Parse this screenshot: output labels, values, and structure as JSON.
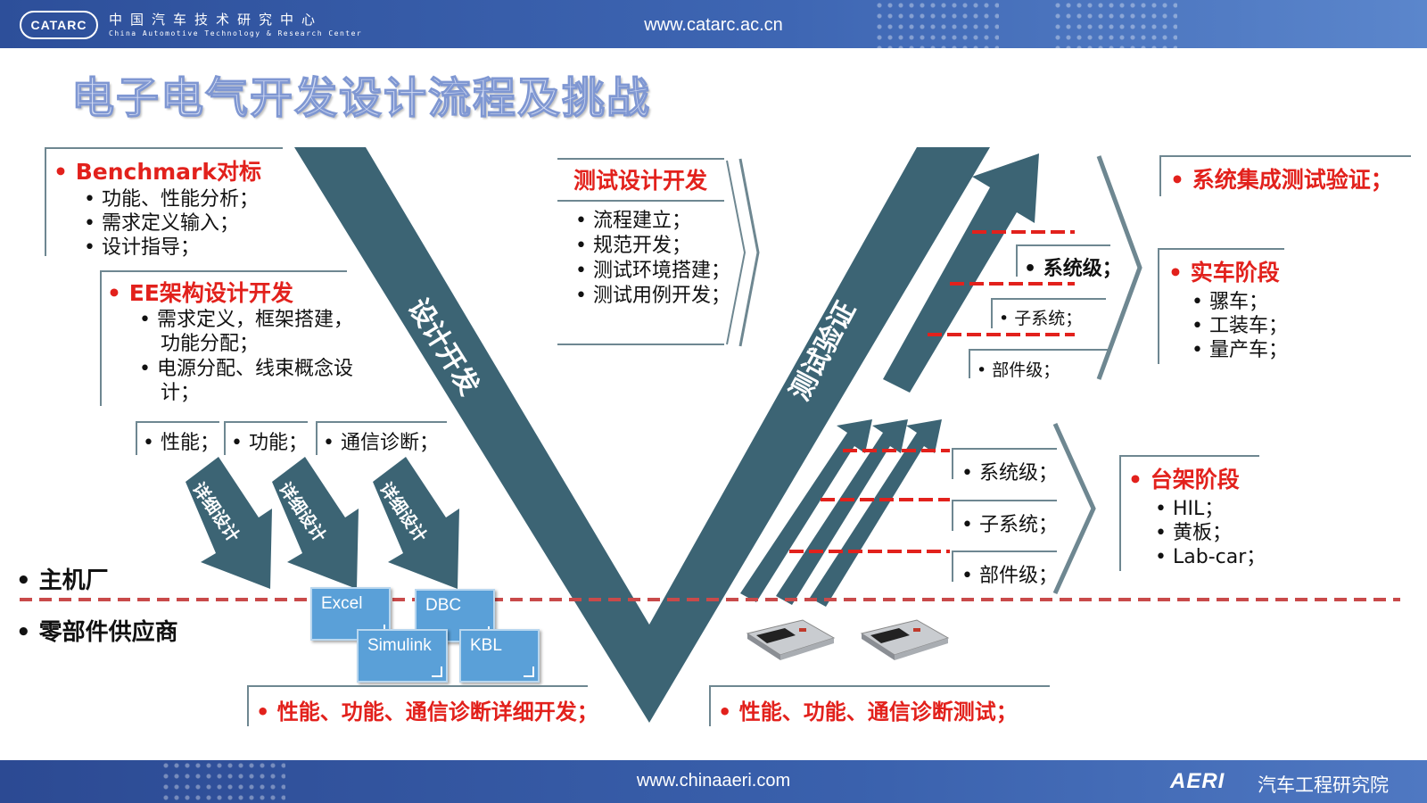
{
  "header": {
    "logo_text": "CATARC",
    "org_cn": "中国汽车技术研究中心",
    "org_en": "China Automotive Technology & Research Center",
    "url": "www.catarc.ac.cn"
  },
  "title": "电子电气开发设计流程及挑战",
  "left": {
    "benchmark": {
      "title": "Benchmark对标",
      "items": [
        "功能、性能分析；",
        "需求定义输入；",
        "设计指导；"
      ]
    },
    "ee": {
      "title": "EE架构设计开发",
      "items": [
        "需求定义，框架搭建，",
        "功能分配；",
        "电源分配、线束概念设",
        "计；"
      ]
    },
    "small_boxes": [
      "性能；",
      "功能；",
      "通信诊断；"
    ],
    "detail_labels": [
      "详细设计",
      "详细设计",
      "详细设计"
    ]
  },
  "v_labels": {
    "left": "设计开发",
    "right": "测试验证"
  },
  "test_design": {
    "title": "测试设计开发",
    "items": [
      "流程建立；",
      "规范开发；",
      "测试环境搭建；",
      "测试用例开发；"
    ]
  },
  "upper_levels": [
    "系统级；",
    "子系统；",
    "部件级；"
  ],
  "lower_levels": [
    "系统级；",
    "子系统；",
    "部件级；"
  ],
  "right": {
    "integration": {
      "title": "系统集成测试验证；"
    },
    "vehicle": {
      "title": "实车阶段",
      "items": [
        "骡车；",
        "工装车；",
        "量产车；"
      ]
    },
    "bench": {
      "title": "台架阶段",
      "items": [
        "HIL；",
        "黄板；",
        "Lab-car；"
      ]
    }
  },
  "roles": {
    "oem": "主机厂",
    "supplier": "零部件供应商"
  },
  "docs": [
    "Excel",
    "DBC",
    "Simulink",
    "KBL"
  ],
  "bottom": {
    "left": "性能、功能、通信诊断详细开发；",
    "right": "性能、功能、通信诊断测试；"
  },
  "footer": {
    "url": "www.chinaaeri.com",
    "logo_text": "AERI",
    "org_cn": "汽车工程研究院"
  },
  "colors": {
    "v_shape": "#3c6474",
    "accent_red": "#e2211c",
    "title_fill": "#d4dcf2",
    "header_blue": "#3e66b3"
  }
}
